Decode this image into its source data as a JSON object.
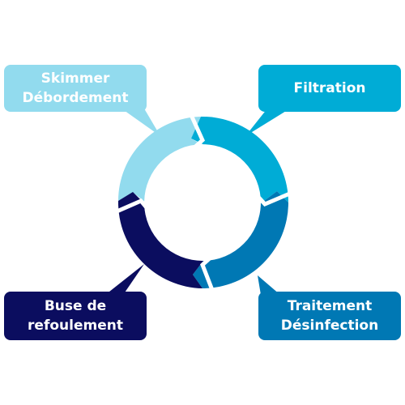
{
  "colors": {
    "skimmer": "#92dbee",
    "filtration": "#00acd6",
    "traitement": "#0078b4",
    "buse": "#0b0d5f"
  },
  "cycle": {
    "skimmer": {
      "line1": "Skimmer",
      "line2": "Débordement"
    },
    "filtration": {
      "line1": "Filtration"
    },
    "traitement": {
      "line1": "Traitement",
      "line2": "Désinfection"
    },
    "buse": {
      "line1": "Buse de",
      "line2": "refoulement"
    }
  }
}
